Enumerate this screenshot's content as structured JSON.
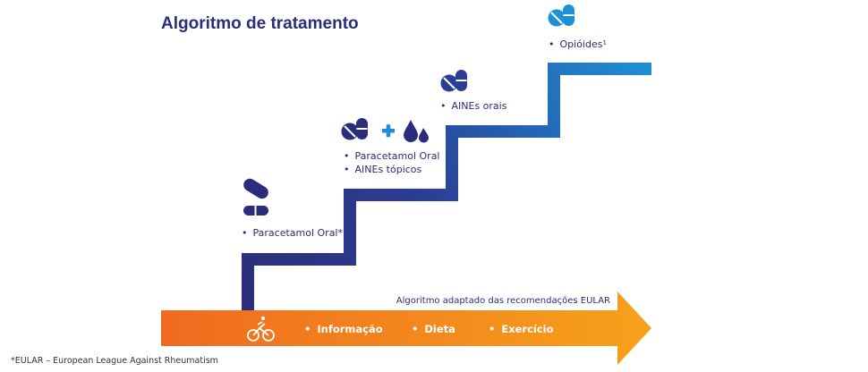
{
  "title": "Algoritmo de tratamento",
  "steps": [
    {
      "items": [
        "Paracetamol Oral*"
      ]
    },
    {
      "items": [
        "Paracetamol Oral",
        "AINEs tópicos"
      ]
    },
    {
      "items": [
        "AINEs orais"
      ]
    },
    {
      "items": [
        "Opióides¹"
      ]
    }
  ],
  "plus_symbol": "+",
  "bullet": "•",
  "arrow": {
    "caption": "Algoritmo adaptado das recomendações EULAR",
    "items": [
      "Informação",
      "Dieta",
      "Exercício"
    ]
  },
  "footnote": "*EULAR – European League Against Rheumatism",
  "icons": [
    "capsule-icon",
    "pills-icon",
    "plus-icon",
    "drops-icon",
    "bicycle-icon"
  ],
  "colors": {
    "navy": "#2b2d7a",
    "blue": "#1f8fd6",
    "orange_start": "#f06a1f",
    "orange_end": "#f7a21b",
    "text": "#2b2d7a"
  }
}
